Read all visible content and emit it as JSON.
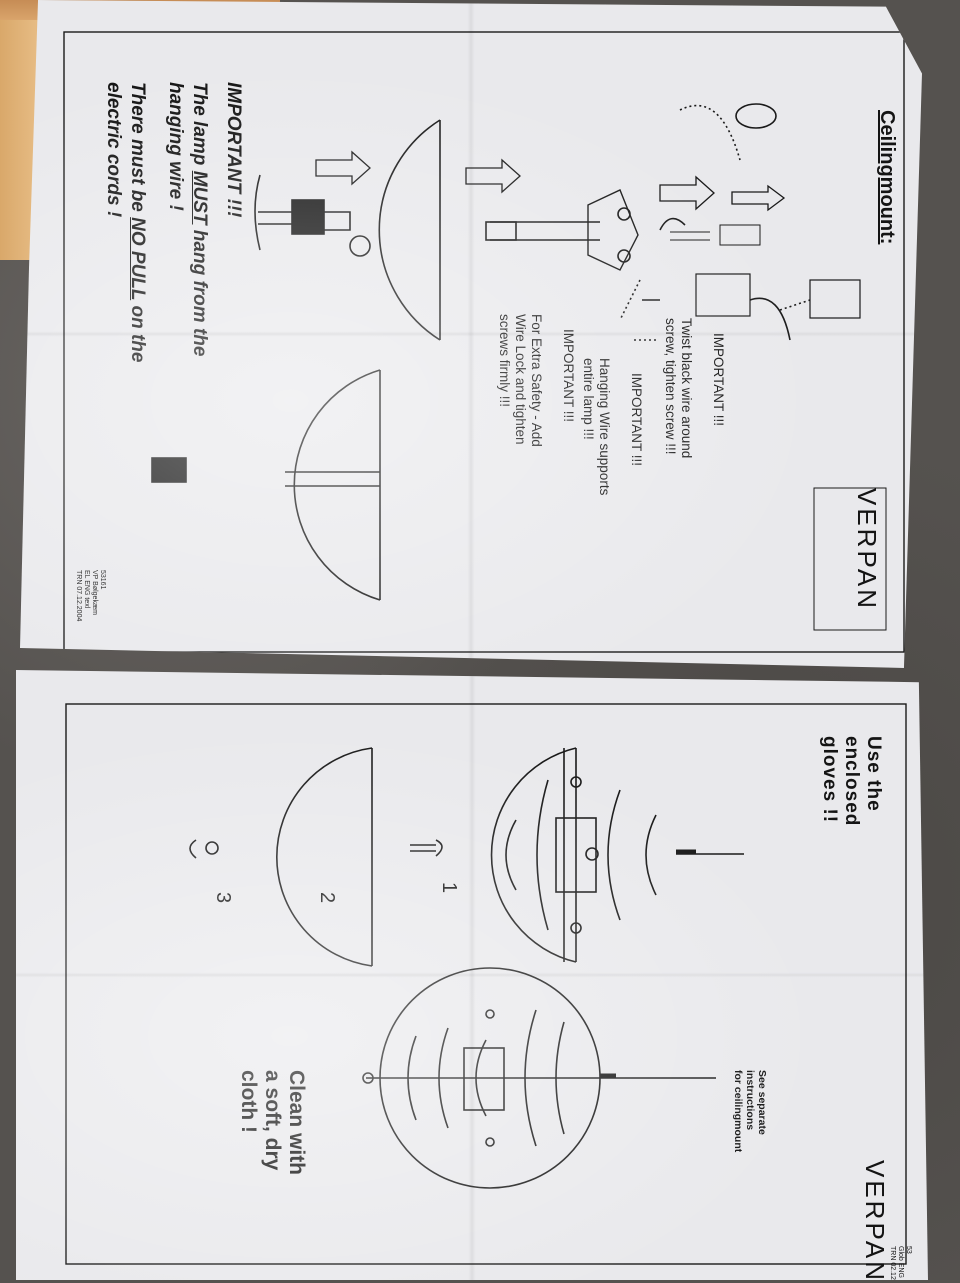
{
  "sheet_top": {
    "title": "Ceilingmount:",
    "brand": "VERPAN",
    "note_twist_prefix": "IMPORTANT !!!",
    "note_twist": "Twist black wire around\nscrew, tighten screw !!!",
    "note_hanging_prefix": "IMPORTANT !!!",
    "note_hanging": "Hanging Wire supports\nentire lamp !!!",
    "note_safety_prefix": "IMPORTANT !!!",
    "note_safety": "For Extra Safety - Add\nWire Lock and tighten\nscrews firmly !!!",
    "warning_title": "IMPORTANT !!!",
    "warning_line1_a": "The lamp ",
    "warning_line1_b": "MUST",
    "warning_line1_c": " hang from the",
    "warning_line2": "hanging wire !",
    "warning_line3_a": "There must be ",
    "warning_line3_b": "NO PULL",
    "warning_line3_c": " on the",
    "warning_line4": "electric cords !",
    "footer": "53161\nVP Bølgekæm\nEL ENG texl\nTRN 07.12.2004"
  },
  "sheet_bottom": {
    "gloves": "Use the\nenclosed\ngloves !!",
    "step1": "1",
    "step2": "2",
    "step3": "3",
    "separate": "See separate\ninstructions\nfor ceilingmount",
    "clean": "Clean with\na soft, dry\ncloth !",
    "brand": "VERPAN",
    "footer": "53\nGlob ENG\nTRN 02.12"
  },
  "colors": {
    "paper": "#e9e9ec",
    "ink": "#141414",
    "background_stone": "#55524f",
    "wood": "#d9a86a"
  }
}
